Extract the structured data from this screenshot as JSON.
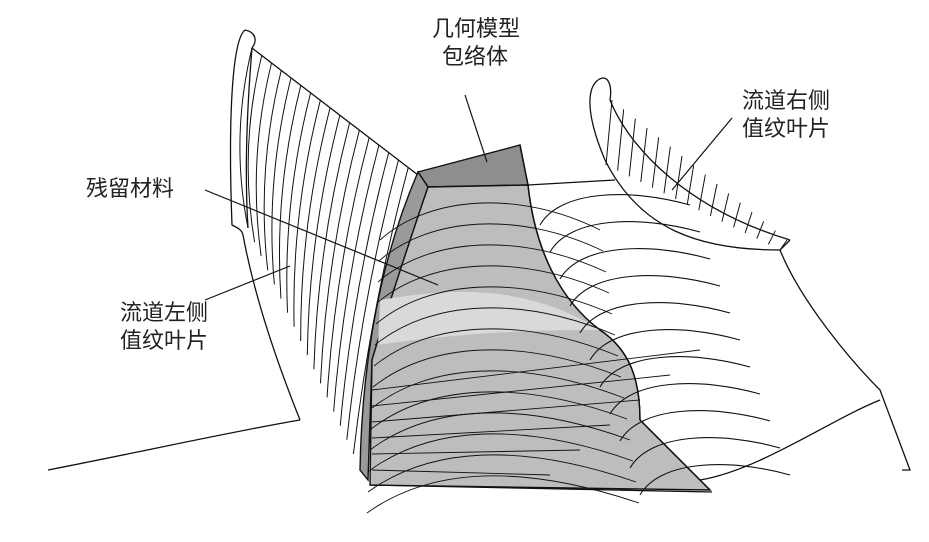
{
  "labels": {
    "envelope": {
      "line1": "几何模型",
      "line2": "包络体"
    },
    "right_blade": {
      "line1": "流道右侧",
      "line2": "值纹叶片"
    },
    "residual": {
      "line1": "残留材料"
    },
    "left_blade": {
      "line1": "流道左侧",
      "line2": "值纹叶片"
    }
  },
  "colors": {
    "envelope_fill": "#b8b8b8",
    "envelope_dark": "#8e8e8e",
    "line": "#111111"
  }
}
